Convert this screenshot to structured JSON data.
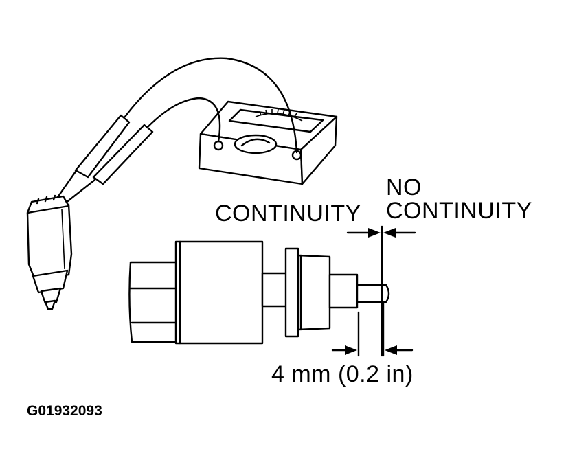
{
  "labels": {
    "no": "NO",
    "continuity_left": "CONTINUITY",
    "continuity_right": "CONTINUITY",
    "dimension": "4 mm (0.2 in)",
    "figure_code": "G01932093"
  }
}
